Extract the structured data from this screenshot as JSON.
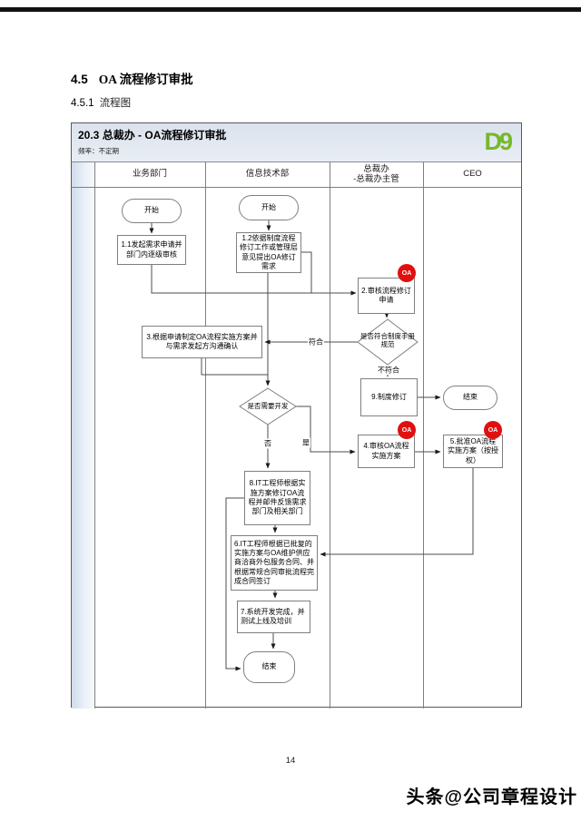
{
  "page": {
    "heading1_num": "4.5",
    "heading1_text": "OA 流程修订审批",
    "heading2_num": "4.5.1",
    "heading2_text": "流程图",
    "page_number": "14",
    "watermark": "头条@公司章程设计"
  },
  "chart": {
    "title": "20.3 总裁办 - OA流程修订审批",
    "frequency": "频率：不定期",
    "logo": "D9",
    "badge": "OA",
    "lanes": [
      {
        "label": "业务部门"
      },
      {
        "label": "信息技术部"
      },
      {
        "label": "总裁办",
        "sublabel": "-总裁办主管"
      },
      {
        "label": "CEO"
      }
    ],
    "nodes": {
      "start1": "开始",
      "start2": "开始",
      "n1_1": "1.1发起需求申请并部门内逐级审核",
      "n1_2": "1.2依据制度流程修订工作或管理层意见提出OA修订需求",
      "n2": "2.审核流程修订申请",
      "d1": "是否符合制度手册规范",
      "n9": "9.制度修订",
      "end1": "结束",
      "n3": "3.根据申请制定OA流程实施方案并与需求发起方沟通确认",
      "d2": "是否需要开发",
      "n4": "4.审核OA流程实施方案",
      "n5": "5.批准OA流程实施方案（按授权）",
      "n8": "8.IT工程师根据实施方案修订OA流程并邮件反馈需求部门及相关部门",
      "n6": "6.IT工程师根据已批复的实施方案与OA维护供应商洽商外包服务合同、并根据常规合同审批流程完成合同签订",
      "n7": "7.系统开发完成，并测试上线及培训",
      "end2": "结束"
    },
    "edge_labels": {
      "comply": "符合",
      "not_comply": "不符合",
      "yes": "是",
      "no": "否"
    },
    "colors": {
      "badge_red": "#e01010",
      "logo_green": "#76b82a"
    }
  }
}
